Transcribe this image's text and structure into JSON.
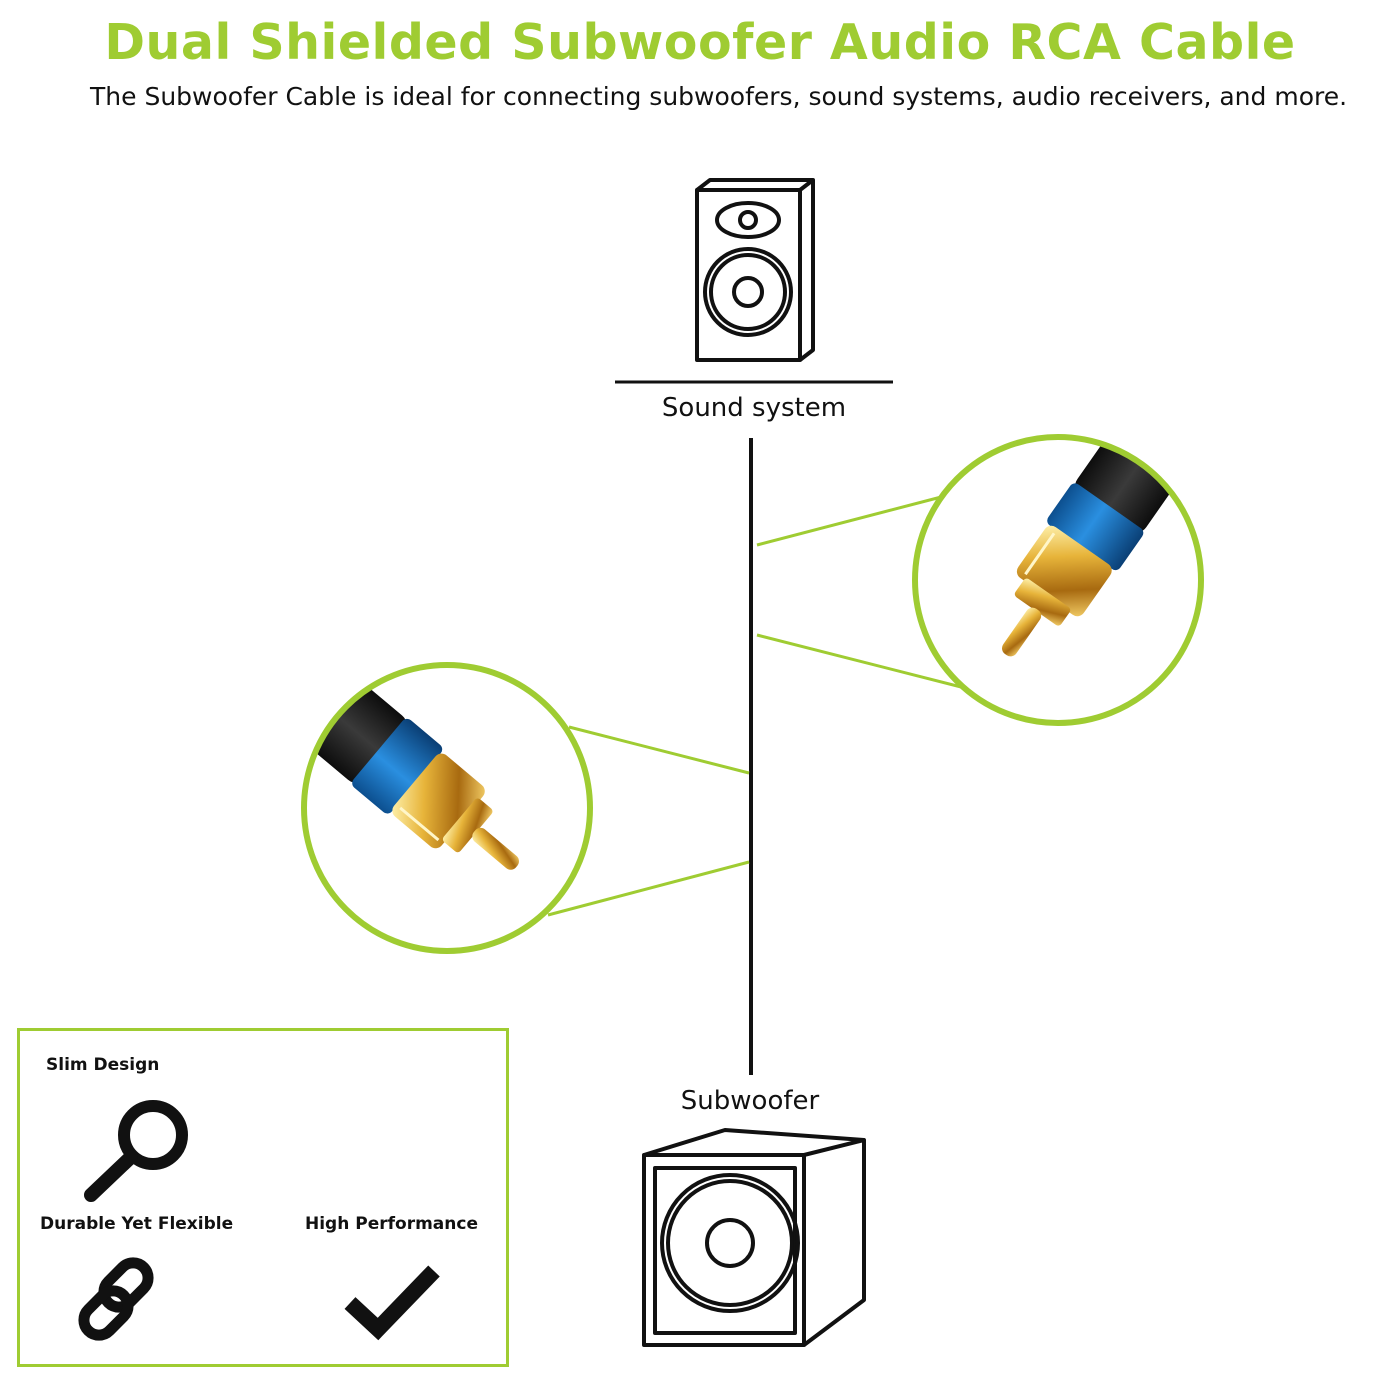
{
  "header": {
    "title": "Dual Shielded Subwoofer Audio RCA Cable",
    "subtitle": "The Subwoofer Cable is ideal for connecting subwoofers, sound systems, audio receivers, and more."
  },
  "diagram": {
    "top_device": {
      "label": "Sound system",
      "icon": "bookshelf-speaker-icon"
    },
    "bottom_device": {
      "label": "Subwoofer",
      "icon": "subwoofer-icon"
    },
    "callouts": [
      {
        "name": "top-rca-connector",
        "icon": "rca-plug-icon"
      },
      {
        "name": "bottom-rca-connector",
        "icon": "rca-plug-icon"
      }
    ]
  },
  "features": [
    {
      "label": "Slim Design",
      "icon": "magnifier-icon"
    },
    {
      "label": "Durable Yet Flexible",
      "icon": "chain-link-icon"
    },
    {
      "label": "High Performance",
      "icon": "checkmark-icon"
    }
  ],
  "colors": {
    "accent_green": "#9fcc32",
    "text": "#111111",
    "connector_blue": "#1a6fb8",
    "connector_gold": "#d9a12a"
  }
}
